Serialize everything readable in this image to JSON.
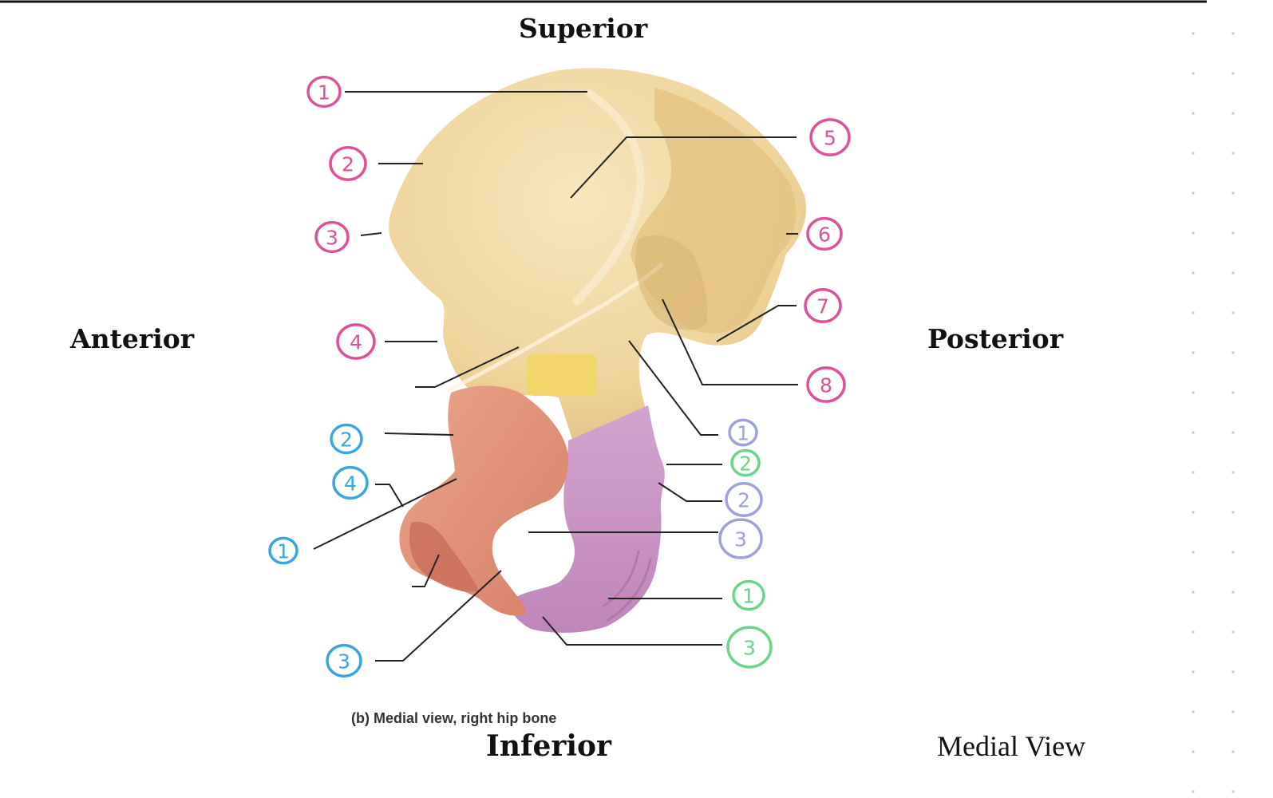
{
  "directions": {
    "superior": "Superior",
    "inferior": "Inferior",
    "anterior": "Anterior",
    "posterior": "Posterior"
  },
  "caption": "(b) Medial view, right hip bone",
  "view_label": "Medial View",
  "colors": {
    "ilium": "#f0d7a0",
    "pubis": "#e3987f",
    "ischium": "#c996c5",
    "highlight": "#f3d66a",
    "marker_pink": "#e0509a",
    "marker_blue": "#3aa6de",
    "marker_lavender": "#9ba2dc",
    "marker_green": "#6cd48a",
    "leader_line": "#222222"
  },
  "markers": [
    {
      "id": "pink-1",
      "number": "1",
      "color": "pink"
    },
    {
      "id": "pink-2",
      "number": "2",
      "color": "pink"
    },
    {
      "id": "pink-3",
      "number": "3",
      "color": "pink"
    },
    {
      "id": "pink-4",
      "number": "4",
      "color": "pink"
    },
    {
      "id": "pink-5",
      "number": "5",
      "color": "pink"
    },
    {
      "id": "pink-6",
      "number": "6",
      "color": "pink"
    },
    {
      "id": "pink-7",
      "number": "7",
      "color": "pink"
    },
    {
      "id": "pink-8",
      "number": "8",
      "color": "pink"
    },
    {
      "id": "blue-1",
      "number": "1",
      "color": "blue"
    },
    {
      "id": "blue-2",
      "number": "2",
      "color": "blue"
    },
    {
      "id": "blue-3",
      "number": "3",
      "color": "blue"
    },
    {
      "id": "blue-4",
      "number": "4",
      "color": "blue"
    },
    {
      "id": "lavender-1",
      "number": "1",
      "color": "lavender"
    },
    {
      "id": "lavender-2",
      "number": "2",
      "color": "lavender"
    },
    {
      "id": "lavender-3",
      "number": "3",
      "color": "lavender"
    },
    {
      "id": "green-1",
      "number": "1",
      "color": "green"
    },
    {
      "id": "green-2",
      "number": "2",
      "color": "green"
    },
    {
      "id": "green-3",
      "number": "3",
      "color": "green"
    }
  ]
}
